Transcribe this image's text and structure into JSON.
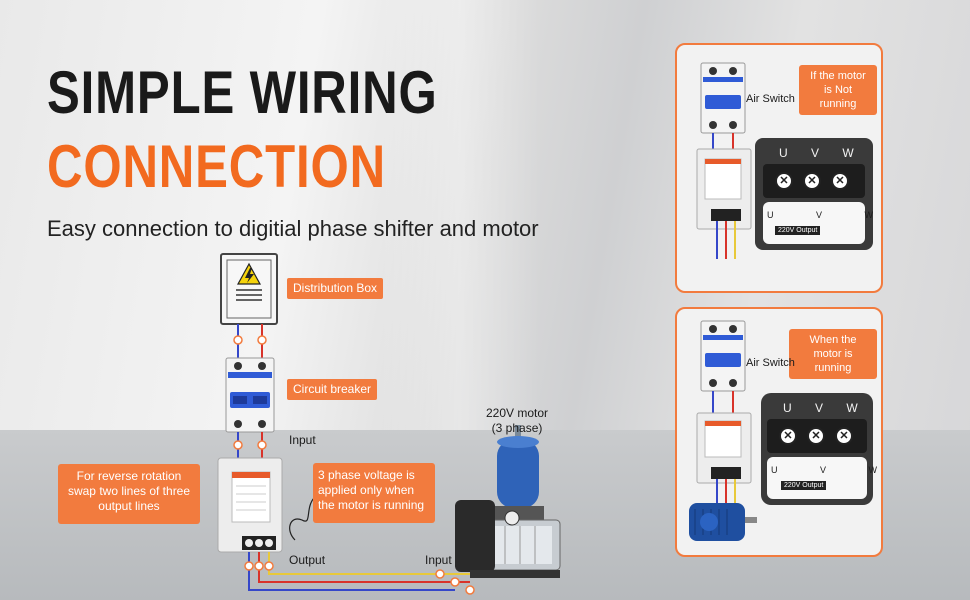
{
  "heading": {
    "line1": "SIMPLE WIRING",
    "line2": "CONNECTION",
    "subtitle": "Easy connection to digitial phase shifter and motor"
  },
  "labels": {
    "distribution_box": "Distribution Box",
    "circuit_breaker": "Circuit breaker",
    "input_top": "Input",
    "output": "Output",
    "input_bottom": "Input",
    "motor": "220V motor\n(3 phase)"
  },
  "notes": {
    "reverse_rotation": "For reverse rotation swap two lines of three output lines",
    "voltage": "3 phase voltage is applied only when the motor is running"
  },
  "panels": [
    {
      "status_note": "If the motor is Not running",
      "switch_label": "Air Switch",
      "terminals": "U  V  W",
      "terminal_glyph": "✕",
      "bottom_labels": "U V W",
      "output_label": "220V Output"
    },
    {
      "status_note": "When the motor is running",
      "switch_label": "Air Switch",
      "terminals": "U  V  W",
      "terminal_glyph": "✕",
      "bottom_labels": "U V W",
      "output_label": "220V Output"
    }
  ],
  "colors": {
    "accent": "#f27b3e",
    "title_orange": "#f26a1f",
    "wire_blue": "#3547c9",
    "wire_red": "#d8332a",
    "wire_yellow": "#e8c93a",
    "breaker_blue": "#2f5bd6"
  },
  "icons": [
    "warning-lightning-icon",
    "screw-terminal-icon",
    "pump-motor-icon"
  ]
}
